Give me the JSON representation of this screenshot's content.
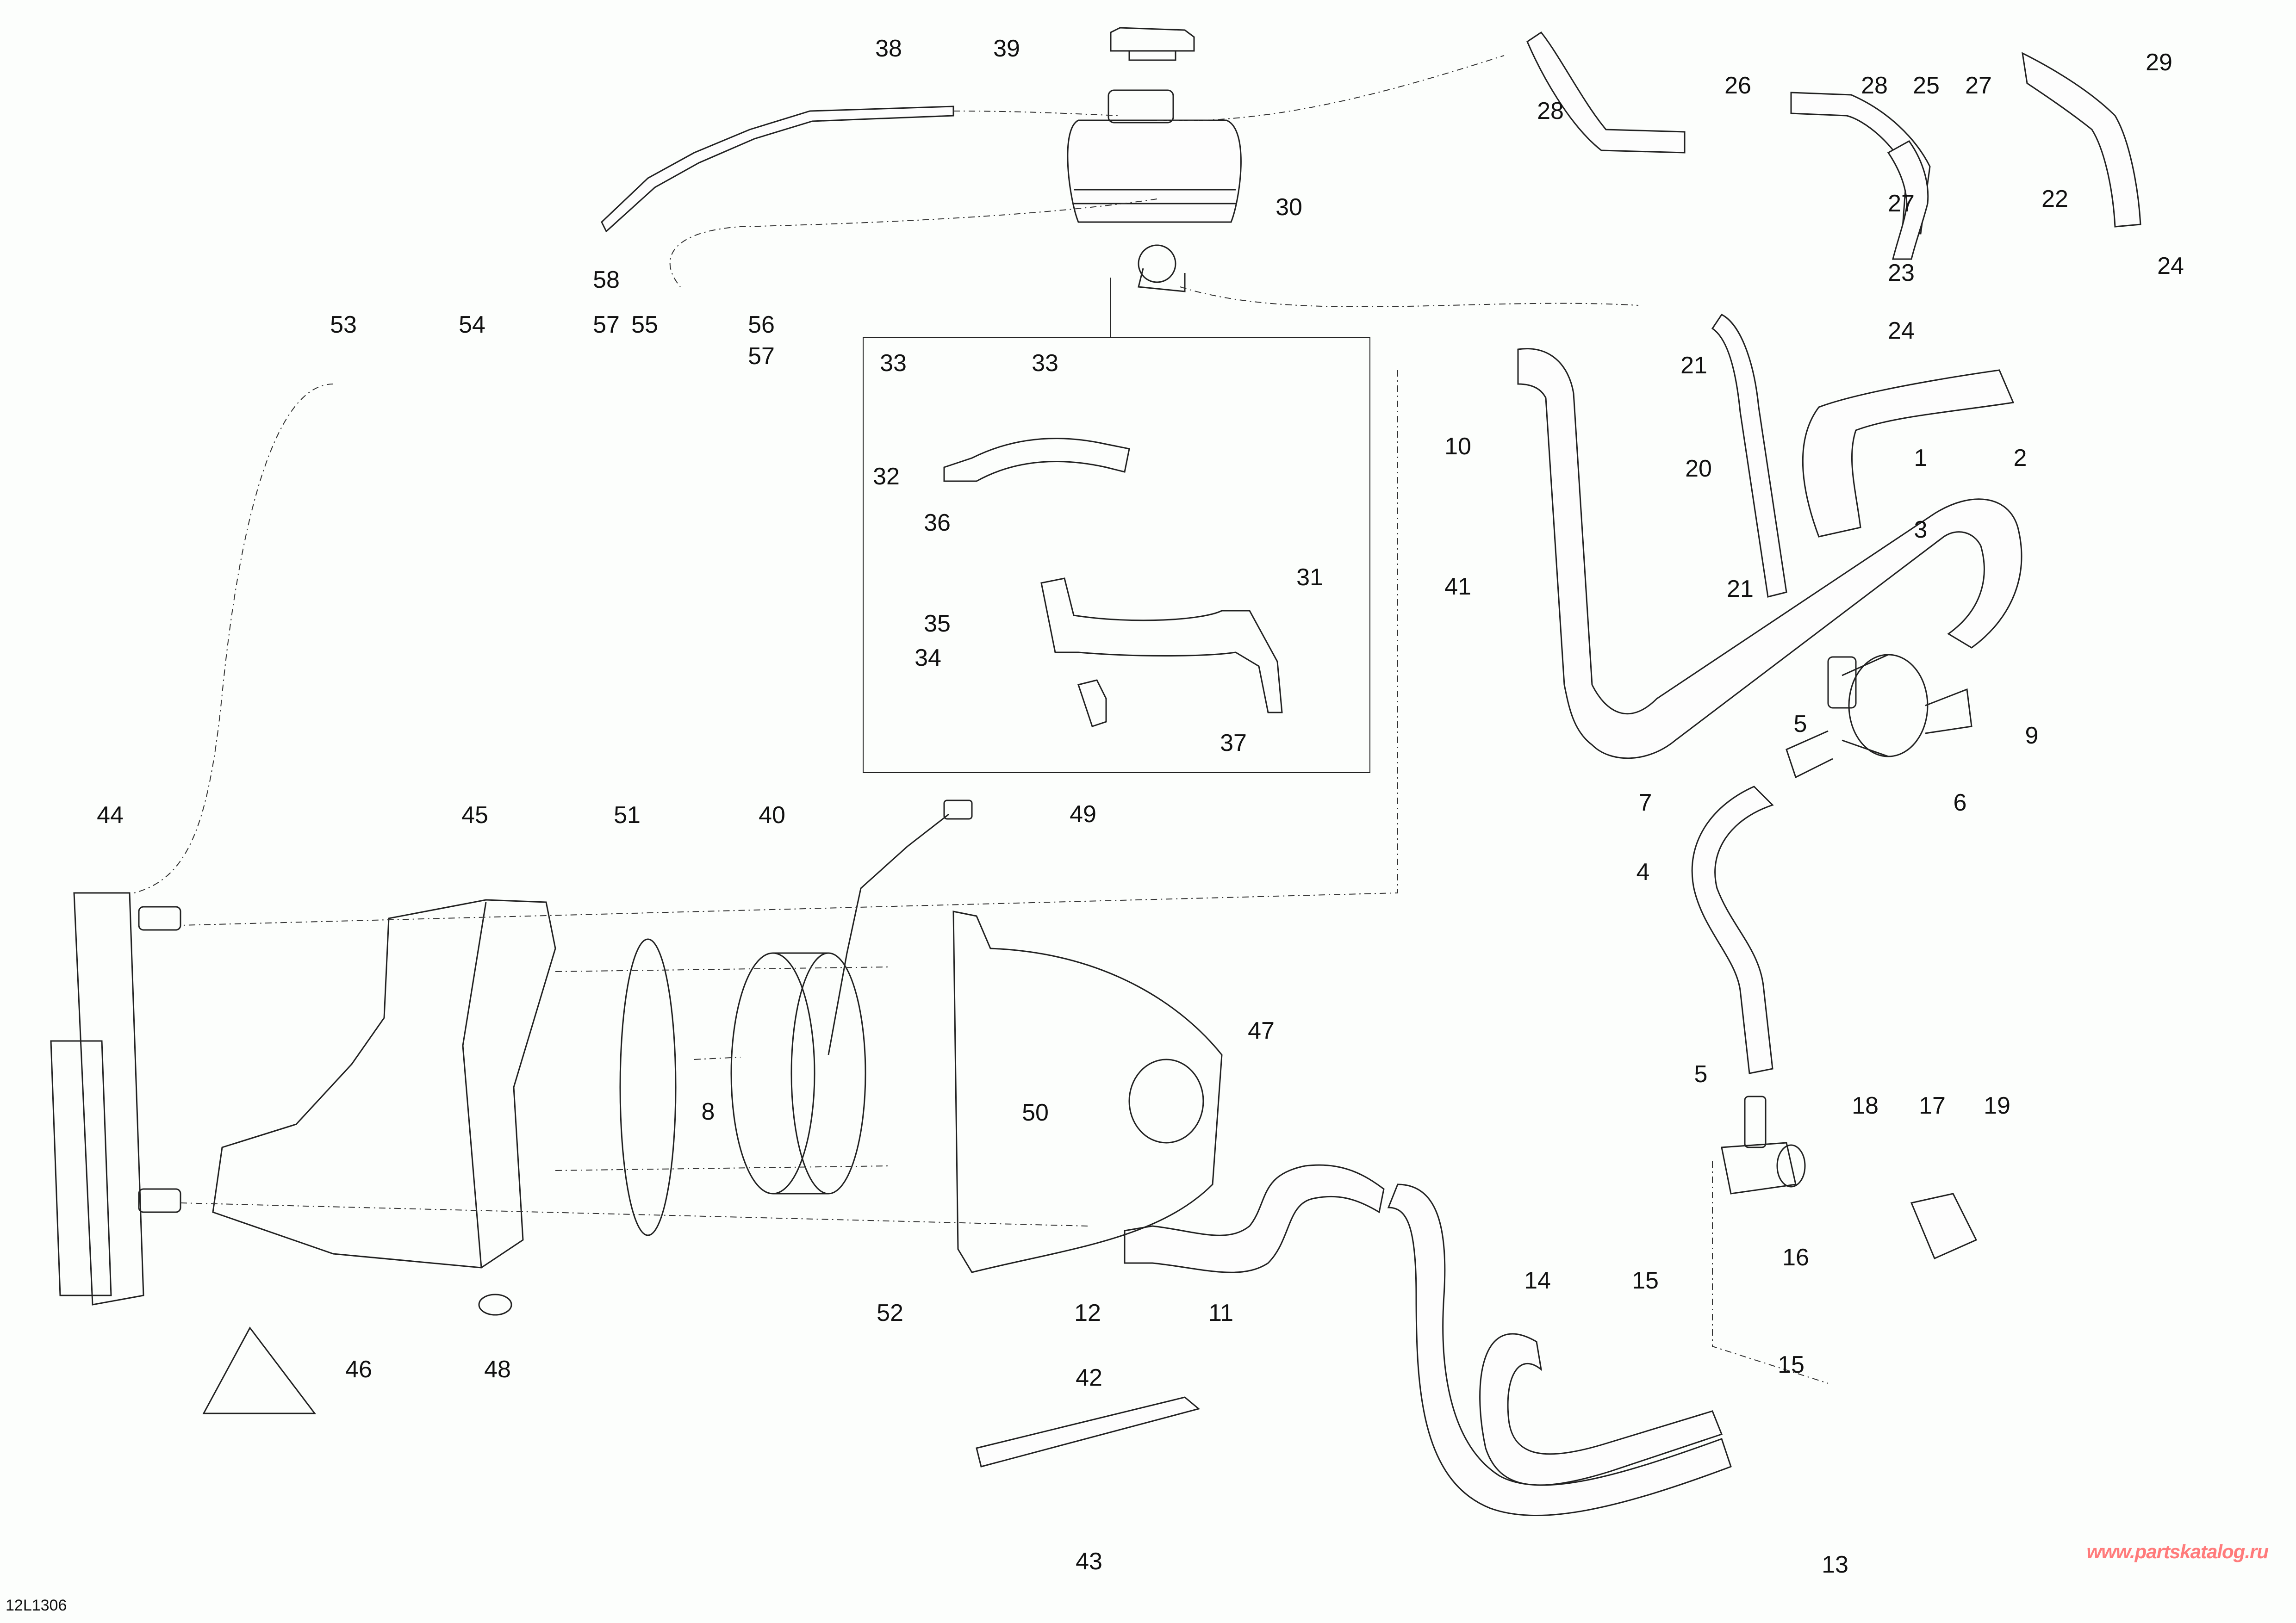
{
  "diagram": {
    "drawing_id": "12L1306",
    "watermark": "www.partskatalog.ru",
    "watermark_color": "#ff7b7b",
    "callouts": [
      {
        "id": "c38",
        "label": "38"
      },
      {
        "id": "c39",
        "label": "39"
      },
      {
        "id": "c30",
        "label": "30"
      },
      {
        "id": "c58",
        "label": "58"
      },
      {
        "id": "c53",
        "label": "53"
      },
      {
        "id": "c54",
        "label": "54"
      },
      {
        "id": "c57a",
        "label": "57"
      },
      {
        "id": "c55",
        "label": "55"
      },
      {
        "id": "c56",
        "label": "56"
      },
      {
        "id": "c57b",
        "label": "57"
      },
      {
        "id": "c28a",
        "label": "28"
      },
      {
        "id": "c26",
        "label": "26"
      },
      {
        "id": "c28b",
        "label": "28"
      },
      {
        "id": "c25",
        "label": "25"
      },
      {
        "id": "c27a",
        "label": "27"
      },
      {
        "id": "c29",
        "label": "29"
      },
      {
        "id": "c27b",
        "label": "27"
      },
      {
        "id": "c22",
        "label": "22"
      },
      {
        "id": "c23",
        "label": "23"
      },
      {
        "id": "c24a",
        "label": "24"
      },
      {
        "id": "c24b",
        "label": "24"
      },
      {
        "id": "c21a",
        "label": "21"
      },
      {
        "id": "c10",
        "label": "10"
      },
      {
        "id": "c1",
        "label": "1"
      },
      {
        "id": "c2",
        "label": "2"
      },
      {
        "id": "c20",
        "label": "20"
      },
      {
        "id": "c3",
        "label": "3"
      },
      {
        "id": "c21b",
        "label": "21"
      },
      {
        "id": "c41",
        "label": "41"
      },
      {
        "id": "c9",
        "label": "9"
      },
      {
        "id": "c5a",
        "label": "5"
      },
      {
        "id": "c7",
        "label": "7"
      },
      {
        "id": "c6",
        "label": "6"
      },
      {
        "id": "c4",
        "label": "4"
      },
      {
        "id": "c5b",
        "label": "5"
      },
      {
        "id": "c16",
        "label": "16"
      },
      {
        "id": "c18",
        "label": "18"
      },
      {
        "id": "c17",
        "label": "17"
      },
      {
        "id": "c19",
        "label": "19"
      },
      {
        "id": "c33a",
        "label": "33"
      },
      {
        "id": "c33b",
        "label": "33"
      },
      {
        "id": "c32",
        "label": "32"
      },
      {
        "id": "c36",
        "label": "36"
      },
      {
        "id": "c31",
        "label": "31"
      },
      {
        "id": "c35",
        "label": "35"
      },
      {
        "id": "c34",
        "label": "34"
      },
      {
        "id": "c37",
        "label": "37"
      },
      {
        "id": "c44",
        "label": "44"
      },
      {
        "id": "c45",
        "label": "45"
      },
      {
        "id": "c51",
        "label": "51"
      },
      {
        "id": "c40",
        "label": "40"
      },
      {
        "id": "c49",
        "label": "49"
      },
      {
        "id": "c8",
        "label": "8"
      },
      {
        "id": "c47",
        "label": "47"
      },
      {
        "id": "c50",
        "label": "50"
      },
      {
        "id": "c46",
        "label": "46"
      },
      {
        "id": "c48",
        "label": "48"
      },
      {
        "id": "c52",
        "label": "52"
      },
      {
        "id": "c12",
        "label": "12"
      },
      {
        "id": "c11",
        "label": "11"
      },
      {
        "id": "c14",
        "label": "14"
      },
      {
        "id": "c15a",
        "label": "15"
      },
      {
        "id": "c15b",
        "label": "15"
      },
      {
        "id": "c13",
        "label": "13"
      },
      {
        "id": "c42",
        "label": "42"
      },
      {
        "id": "c43",
        "label": "43"
      }
    ]
  }
}
